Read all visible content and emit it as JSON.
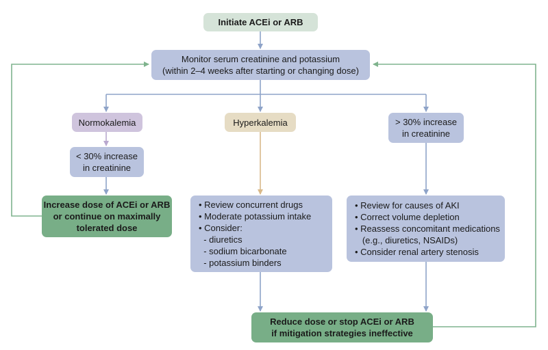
{
  "colors": {
    "blue_box": "#b9c3de",
    "start_box": "#d5e3d8",
    "green_box": "#78ae87",
    "purple_box": "#cfc4dd",
    "tan_box": "#e6dcc4",
    "blue_arrow": "#8ea3c8",
    "green_arrow": "#7fb38d",
    "purple_arrow": "#b9a8cf",
    "tan_arrow": "#d9b98a"
  },
  "nodes": {
    "start": {
      "lines": [
        "Initiate ACEi or ARB"
      ]
    },
    "monitor": {
      "lines": [
        "Monitor serum creatinine and potassium",
        "(within 2–4 weeks after starting or changing dose)"
      ]
    },
    "normokalemia": {
      "lines": [
        "Normokalemia"
      ]
    },
    "hyperkalemia": {
      "lines": [
        "Hyperkalemia"
      ]
    },
    "creat_high": {
      "lines": [
        "> 30% increase",
        "in creatinine"
      ]
    },
    "creat_low": {
      "lines": [
        "< 30% increase",
        "in creatinine"
      ]
    },
    "increase_dose": {
      "lines": [
        "Increase dose of ACEi or ARB",
        "or continue on maximally",
        "tolerated dose"
      ]
    },
    "hyper_actions": {
      "lines": [
        "• Review concurrent drugs",
        "• Moderate potassium intake",
        "• Consider:",
        "  - diuretics",
        "  - sodium bicarbonate",
        "  - potassium binders"
      ]
    },
    "aki_actions": {
      "lines": [
        "• Review for causes of AKI",
        "• Correct volume depletion",
        "• Reassess concomitant medications",
        "   (e.g., diuretics, NSAIDs)",
        "• Consider renal artery stenosis"
      ]
    },
    "reduce_dose": {
      "lines": [
        "Reduce dose or stop ACEi or ARB",
        "if mitigation strategies ineffective"
      ]
    }
  }
}
